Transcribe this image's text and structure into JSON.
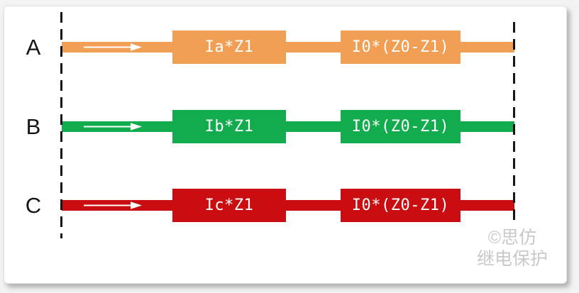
{
  "page": {
    "background": "#f3f3f4",
    "card_background": "#ffffff"
  },
  "colors": {
    "phase_a_orange": "#F09F55",
    "phase_b_green": "#12AB4D",
    "phase_c_red": "#C90D10",
    "dashed_bus_line": "#151515",
    "box_text": "#ffffff",
    "phase_label_text": "#151515",
    "watermark_gray": "#c9c9c9"
  },
  "diagram": {
    "phases": [
      {
        "label": "A",
        "color": "#F09F55",
        "impedance_box": "Ia*Z1",
        "zero_seq_box": "I0*(Z0-Z1)"
      },
      {
        "label": "B",
        "color": "#12AB4D",
        "impedance_box": "Ib*Z1",
        "zero_seq_box": "I0*(Z0-Z1)"
      },
      {
        "label": "C",
        "color": "#C90D10",
        "impedance_box": "Ic*Z1",
        "zero_seq_box": "I0*(Z0-Z1)"
      }
    ],
    "watermark": {
      "line1": "©思仿",
      "line2": "继电保护",
      "color": "#c9c9c9"
    }
  }
}
